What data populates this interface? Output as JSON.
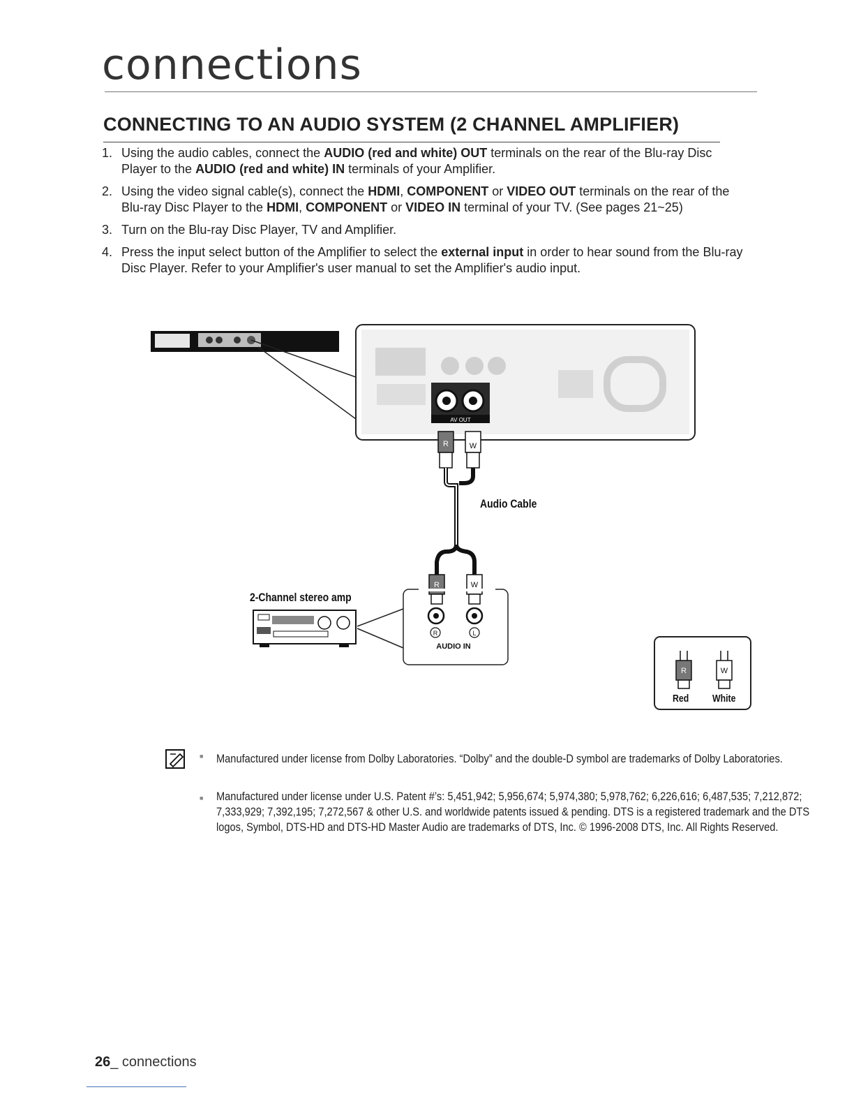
{
  "chapter_title": "connections",
  "section_title": "CONNECTING TO AN AUDIO SYSTEM (2 CHANNEL AMPLIFIER)",
  "steps": [
    {
      "num": "1.",
      "parts": [
        {
          "t": "Using the audio cables, connect the "
        },
        {
          "t": "AUDIO (red and white) OUT",
          "b": true
        },
        {
          "t": " terminals on the rear of the Blu-ray Disc Player to the "
        },
        {
          "t": "AUDIO (red and white) IN",
          "b": true
        },
        {
          "t": " terminals of your Amplifier."
        }
      ]
    },
    {
      "num": "2.",
      "parts": [
        {
          "t": "Using the video signal cable(s), connect the "
        },
        {
          "t": "HDMI",
          "b": true
        },
        {
          "t": ", "
        },
        {
          "t": "COMPONENT",
          "b": true
        },
        {
          "t": " or "
        },
        {
          "t": "VIDEO OUT",
          "b": true
        },
        {
          "t": " terminals on the rear of the Blu-ray Disc Player to the "
        },
        {
          "t": "HDMI",
          "b": true
        },
        {
          "t": ", "
        },
        {
          "t": "COMPONENT",
          "b": true
        },
        {
          "t": " or "
        },
        {
          "t": "VIDEO IN",
          "b": true
        },
        {
          "t": " terminal of your TV. (See pages 21~25)"
        }
      ]
    },
    {
      "num": "3.",
      "parts": [
        {
          "t": "Turn on the Blu-ray Disc Player, TV and Amplifier."
        }
      ]
    },
    {
      "num": "4.",
      "parts": [
        {
          "t": "Press the input select button of the Amplifier to select the "
        },
        {
          "t": "external input",
          "b": true
        },
        {
          "t": "  in order to hear sound from the Blu-ray Disc Player. Refer to your Amplifier's user manual to set the Amplifier's audio input."
        }
      ]
    }
  ],
  "diagram": {
    "audio_cable_label": "Audio Cable",
    "amp_label": "2-Channel stereo amp",
    "audio_in_label": "AUDIO IN",
    "av_out_label": "AV OUT",
    "plug_r": "R",
    "plug_w": "W",
    "jack_r": "R",
    "jack_l": "L",
    "legend_red": "Red",
    "legend_white": "White"
  },
  "notes": [
    "Manufactured under license from Dolby Laboratories. “Dolby” and the double-D symbol are trademarks of Dolby Laboratories.",
    "Manufactured under license under U.S. Patent #’s: 5,451,942; 5,956,674; 5,974,380; 5,978,762; 6,226,616; 6,487,535; 7,212,872; 7,333,929; 7,392,195; 7,272,567 & other U.S. and worldwide patents issued & pending. DTS is a registered trademark and the DTS logos, Symbol, DTS-HD and DTS-HD Master Audio are trademarks of DTS, Inc. © 1996-2008 DTS, Inc. All Rights Reserved."
  ],
  "footer": {
    "page_number": "26",
    "label": "_ connections"
  }
}
